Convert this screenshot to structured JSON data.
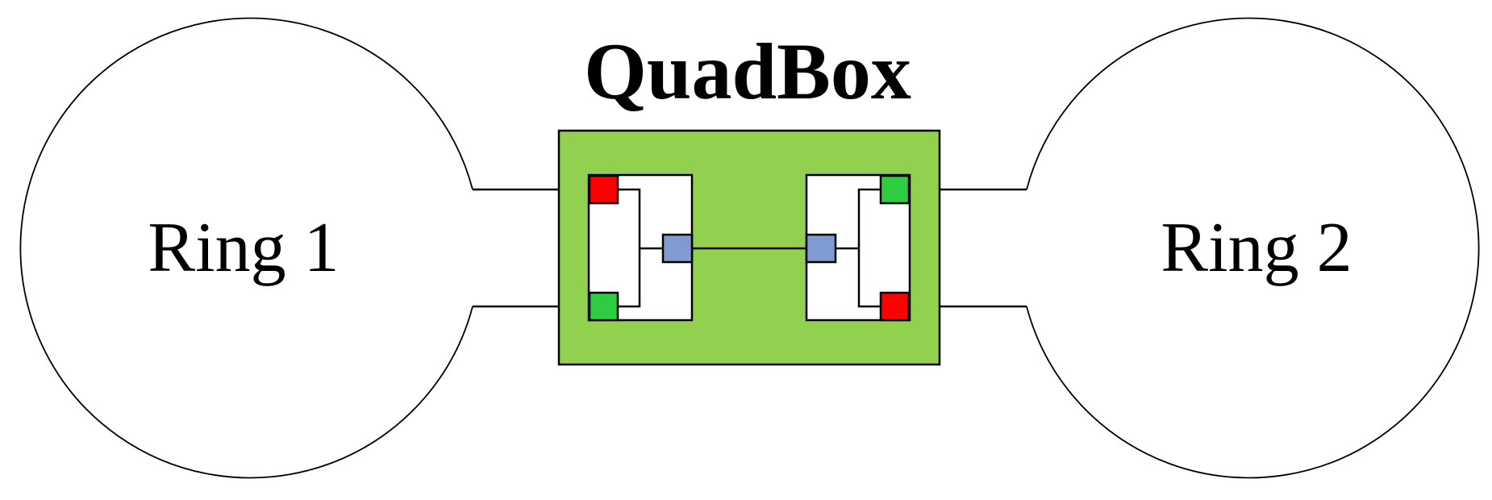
{
  "diagram": {
    "title": "QuadBox",
    "rings": [
      {
        "label": "Ring 1"
      },
      {
        "label": "Ring 2"
      }
    ],
    "colors": {
      "box_fill": "#92d050",
      "port_red": "#ff0000",
      "port_green": "#2ecc40",
      "port_blue": "#7f9bd0",
      "line": "#000000",
      "background": "#ffffff"
    }
  }
}
